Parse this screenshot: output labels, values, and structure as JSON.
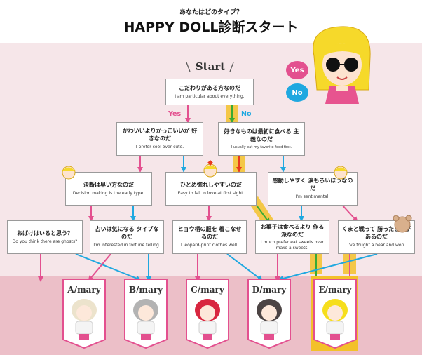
{
  "header": {
    "subtitle": "あなたはどのタイプ？",
    "title": "HAPPY DOLL診断スタート"
  },
  "start_label": "Start",
  "legend": {
    "yes": "Yes",
    "no": "No"
  },
  "branch_labels": {
    "yes": "Yes",
    "no": "No"
  },
  "nodes": {
    "q1": {
      "jp": "こだわりがある方なのだ",
      "en": "I am particular about everything."
    },
    "q2": {
      "jp": "かわいいよりかっこいいが 好きなのだ",
      "en": "I prefer cool over cute."
    },
    "q3": {
      "jp": "好きなものは最初に食べる 主義なのだ",
      "en": "I usually eat my favorite food first."
    },
    "q4": {
      "jp": "決断は早い方なのだ",
      "en": "Decision making is the early type."
    },
    "q5": {
      "jp": "ひとめ惚れしやすいのだ",
      "en": "Easy to fall in love at first sight."
    },
    "q6": {
      "jp": "感動しやすく 涙もろいほうなのだ",
      "en": "I'm sentimental."
    },
    "q7": {
      "jp": "おばけはいると思う？",
      "en": "Do you think there are ghosts?"
    },
    "q8": {
      "jp": "占いは気になる タイプなのだ",
      "en": "I'm interested in fortune telling."
    },
    "q9": {
      "jp": "ヒョウ柄の服を 着こなせるのだ",
      "en": "I leopard-print clothes well."
    },
    "q10": {
      "jp": "お菓子は食べるより 作る派なのだ",
      "en": "I much prefer eat sweets over make a sweets."
    },
    "q11": {
      "jp": "くまと戦って 勝ったことがあるのだ",
      "en": "I've fought a bear and won."
    }
  },
  "results": [
    "A/mary",
    "B/mary",
    "C/mary",
    "D/mary",
    "E/mary"
  ],
  "colors": {
    "yes": "#e3508f",
    "no": "#1fa8e0",
    "highlight": "#f3c12a",
    "highlight_arrow": "#3aaa35",
    "panel": "#f6e6e9",
    "result_band": "#ecbfc8"
  },
  "hair_colors": [
    "#ece3cc",
    "#b3b3b3",
    "#d8263f",
    "#4c4444",
    "#f6de1c"
  ]
}
